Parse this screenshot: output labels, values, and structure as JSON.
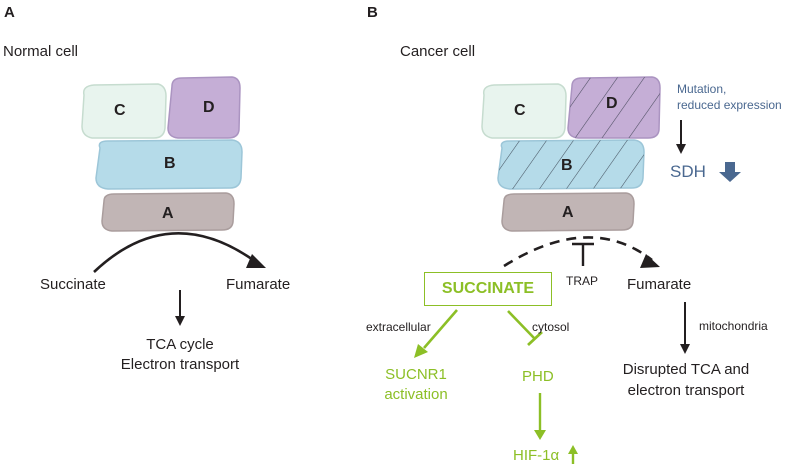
{
  "panel_a": {
    "letter": "A",
    "title": "Normal cell",
    "subunits": {
      "a": "A",
      "b": "B",
      "c": "C",
      "d": "D"
    },
    "substrate": "Succinate",
    "product": "Fumarate",
    "outcome_line1": "TCA cycle",
    "outcome_line2": "Electron transport"
  },
  "panel_b": {
    "letter": "B",
    "title": "Cancer cell",
    "subunits": {
      "a": "A",
      "b": "B",
      "c": "C",
      "d": "D"
    },
    "mutation_line1": "Mutation,",
    "mutation_line2": "reduced expression",
    "sdh_label": "SDH",
    "succinate_box": "SUCCINATE",
    "trap_label": "TRAP",
    "product": "Fumarate",
    "mitochondria_label": "mitochondria",
    "disrupted_line1": "Disrupted TCA and",
    "disrupted_line2": "electron transport",
    "extracellular_label": "extracellular",
    "cytosol_label": "cytosol",
    "sucnr1_line1": "SUCNR1",
    "sucnr1_line2": "activation",
    "phd_label": "PHD",
    "hif_label": "HIF-1α"
  },
  "colors": {
    "subunit_c": "#e8f4ee",
    "subunit_d": "#c5aed6",
    "subunit_b": "#b5dbe9",
    "subunit_a": "#c1b5b5",
    "accent_green": "#8cbf26",
    "accent_blue": "#4a6890"
  }
}
